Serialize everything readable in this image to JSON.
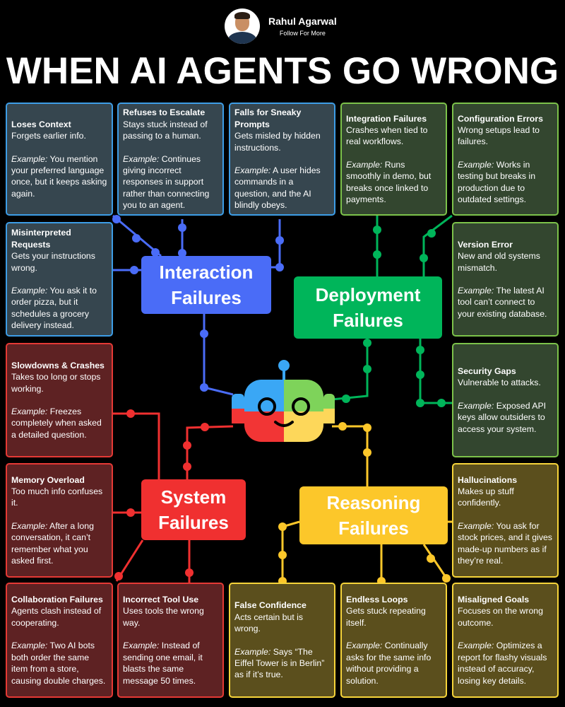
{
  "header": {
    "name": "Rahul Agarwal",
    "subtitle": "Follow For More"
  },
  "title": "WHEN AI AGENTS GO WRONG",
  "colors": {
    "interaction": "#4a6cf7",
    "deployment": "#00b55a",
    "system": "#f03030",
    "reasoning": "#fcc72a"
  },
  "categories": {
    "interaction": "Interaction Failures",
    "deployment": "Deployment Failures",
    "system": "System Failures",
    "reasoning": "Reasoning Failures"
  },
  "example_label": "Example:",
  "cards": [
    {
      "group": "blue",
      "title": "Loses Context",
      "desc": "Forgets earlier info.",
      "example": "You mention your preferred language once, but it keeps asking again."
    },
    {
      "group": "blue",
      "title": "Refuses to Escalate",
      "desc": "Stays stuck instead of passing to a human.",
      "example": "Continues giving incorrect responses in support rather than connecting you to an agent."
    },
    {
      "group": "blue",
      "title": "Falls for Sneaky Prompts",
      "desc": "Gets misled by hidden instructions.",
      "example": "A user hides commands in a question, and the AI blindly obeys."
    },
    {
      "group": "blue",
      "title": "Misinterpreted Requests",
      "desc": "Gets your instructions wrong.",
      "example": "You ask it to order pizza, but it schedules a grocery delivery instead."
    },
    {
      "group": "green",
      "title": "Integration Failures",
      "desc": "Crashes when tied to real workflows.",
      "example": "Runs smoothly in demo, but breaks once linked to payments."
    },
    {
      "group": "green",
      "title": "Configuration Errors",
      "desc": "Wrong setups lead to failures.",
      "example": "Works in testing but breaks in production due to outdated settings."
    },
    {
      "group": "green",
      "title": "Version Error",
      "desc": "New and old systems mismatch.",
      "example": "The latest AI tool can’t connect to your existing database."
    },
    {
      "group": "green",
      "title": "Security Gaps",
      "desc": "Vulnerable to attacks.",
      "example": "Exposed API keys allow outsiders to access your system."
    },
    {
      "group": "red",
      "title": "Slowdowns & Crashes",
      "desc": "Takes too long or stops working.",
      "example": "Freezes completely when asked a detailed question."
    },
    {
      "group": "red",
      "title": "Memory Overload",
      "desc": "Too much info confuses it.",
      "example": "After a long conversation, it can’t remember what you asked first."
    },
    {
      "group": "red",
      "title": "Collaboration Failures",
      "desc": "Agents clash instead of cooperating.",
      "example": "Two AI bots both order the same item from a store, causing double charges."
    },
    {
      "group": "red",
      "title": "Incorrect Tool Use",
      "desc": "Uses tools the wrong way.",
      "example": "Instead of sending one email, it blasts the same message 50 times."
    },
    {
      "group": "yellow",
      "title": "Hallucinations",
      "desc": "Makes up stuff confidently.",
      "example": "You ask for stock prices, and it gives made-up numbers as if they’re real."
    },
    {
      "group": "yellow",
      "title": "False Confidence",
      "desc": "Acts certain but is wrong.",
      "example": "Says “The Eiffel Tower is in Berlin” as if it’s true."
    },
    {
      "group": "yellow",
      "title": "Endless Loops",
      "desc": "Gets stuck repeating itself.",
      "example": "Continually asks for the same info without providing a solution."
    },
    {
      "group": "yellow",
      "title": "Misaligned Goals",
      "desc": "Focuses on the wrong outcome.",
      "example": "Optimizes a report for flashy visuals instead of accuracy, losing key details."
    }
  ]
}
